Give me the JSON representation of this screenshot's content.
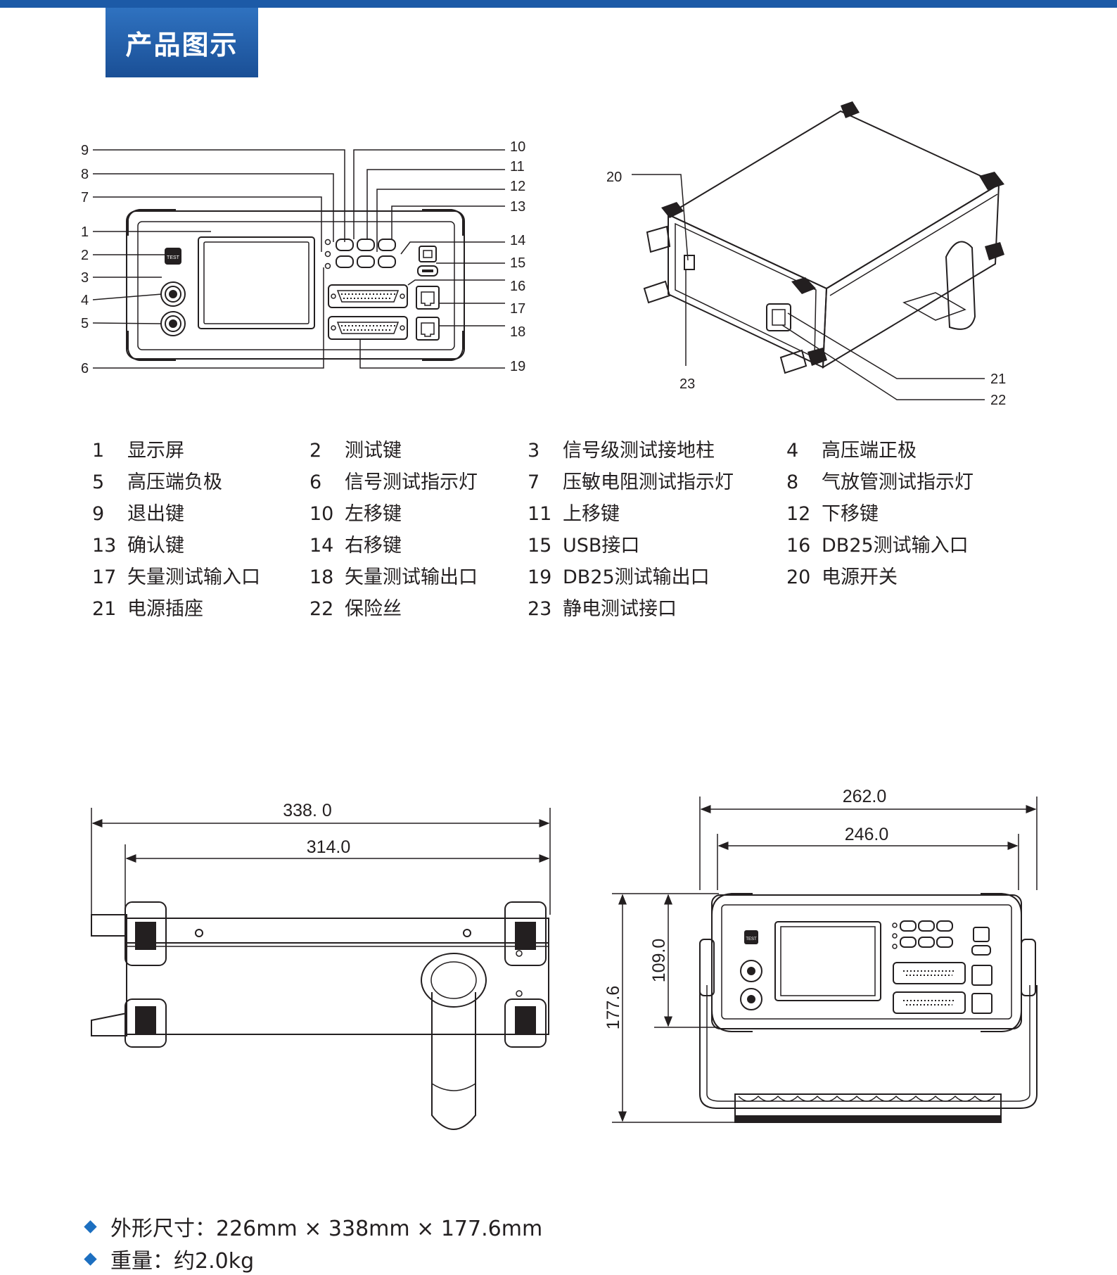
{
  "header": {
    "title": "产品图示",
    "accent": "#1c5aa7"
  },
  "front_panel_callouts": {
    "left": [
      "9",
      "8",
      "7",
      "1",
      "2",
      "3",
      "4",
      "5",
      "6"
    ],
    "right": [
      "10",
      "11",
      "12",
      "13",
      "14",
      "15",
      "16",
      "17",
      "18",
      "19"
    ],
    "test_label": "TEST"
  },
  "perspective_callouts": [
    "20",
    "23",
    "21",
    "22"
  ],
  "legend": [
    {
      "num": "1",
      "label": "显示屏"
    },
    {
      "num": "2",
      "label": "测试键"
    },
    {
      "num": "3",
      "label": "信号级测试接地柱"
    },
    {
      "num": "4",
      "label": "高压端正极"
    },
    {
      "num": "5",
      "label": "高压端负极"
    },
    {
      "num": "6",
      "label": "信号测试指示灯"
    },
    {
      "num": "7",
      "label": "压敏电阻测试指示灯"
    },
    {
      "num": "8",
      "label": "气放管测试指示灯"
    },
    {
      "num": "9",
      "label": "退出键"
    },
    {
      "num": "10",
      "label": "左移键"
    },
    {
      "num": "11",
      "label": "上移键"
    },
    {
      "num": "12",
      "label": "下移键"
    },
    {
      "num": "13",
      "label": "确认键"
    },
    {
      "num": "14",
      "label": "右移键"
    },
    {
      "num": "15",
      "label": "USB接口"
    },
    {
      "num": "16",
      "label": "DB25测试输入口"
    },
    {
      "num": "17",
      "label": "矢量测试输入口"
    },
    {
      "num": "18",
      "label": "矢量测试输出口"
    },
    {
      "num": "19",
      "label": "DB25测试输出口"
    },
    {
      "num": "20",
      "label": "电源开关"
    },
    {
      "num": "21",
      "label": "电源插座"
    },
    {
      "num": "22",
      "label": "保险丝"
    },
    {
      "num": "23",
      "label": "静电测试接口"
    }
  ],
  "dimensions": {
    "side_total": "338. 0",
    "side_body": "314.0",
    "front_total": "262.0",
    "front_body": "246.0",
    "height_body": "109.0",
    "height_total": "177.6",
    "front_test_label": "TEST"
  },
  "specs": [
    {
      "label": "外形尺寸：226mm × 338mm × 177.6mm"
    },
    {
      "label": "重量：约2.0kg"
    }
  ],
  "colors": {
    "bullet": "#1c6fc0",
    "tab_top": "#2f72c0",
    "tab_bottom": "#1a4f96"
  }
}
